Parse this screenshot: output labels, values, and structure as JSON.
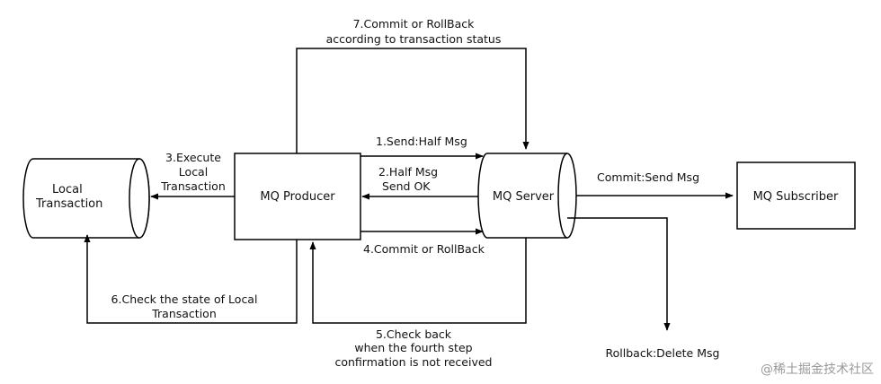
{
  "nodes": {
    "local_transaction": [
      "Local",
      "Transaction"
    ],
    "mq_producer": "MQ Producer",
    "mq_server": "MQ Server",
    "mq_subscriber": "MQ Subscriber"
  },
  "edges": {
    "step1": "1.Send:Half Msg",
    "step2": [
      "2.Half Msg",
      "Send OK"
    ],
    "step3": [
      "3.Execute",
      "Local",
      "Transaction"
    ],
    "step4": "4.Commit or RollBack",
    "step5": [
      "5.Check back",
      "when the fourth step",
      "confirmation is not received"
    ],
    "step6": [
      "6.Check the state of Local",
      "Transaction"
    ],
    "step7": [
      "7.Commit or RollBack",
      "according to transaction status"
    ],
    "commit": "Commit:Send Msg",
    "rollback": "Rollback:Delete Msg"
  },
  "watermark": "@稀土掘金技术社区"
}
